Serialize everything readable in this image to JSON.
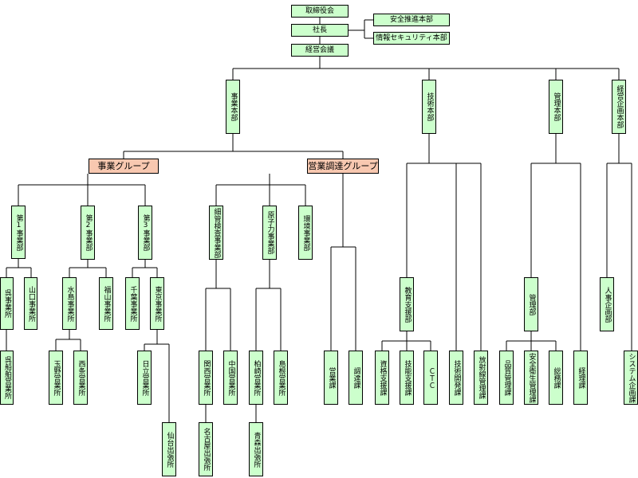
{
  "org": {
    "board": "取締役会",
    "president": "社長",
    "safety_hq": "安全推進本部",
    "infosec_hq": "情報セキュリティ本部",
    "mgmt_meeting": "経営会議",
    "business_hq": "事業本部",
    "tech_hq": "技術本部",
    "admin_hq": "管理本部",
    "planning_hq": "経営企画本部",
    "business_group": "事業グループ",
    "sales_group": "営業調達グループ",
    "div1": "第1事業部",
    "div2": "第2事業部",
    "div3": "第3事業部",
    "fine": "細管検査事業部",
    "nuclear": "原子力事業部",
    "env": "環境事業部",
    "kure": "呉事業所",
    "yamaguchi": "山口事業所",
    "mizushima": "水島事業所",
    "fukuyama": "福山事業所",
    "chiba": "千葉事業所",
    "tokyo": "東京事業所",
    "kure_ship": "呉船舶営業所",
    "tamano": "玉野営業所",
    "saijo": "西条営業所",
    "hitachi": "日立営業所",
    "sendai": "仙台出張所",
    "kansai": "関西営業所",
    "chugoku": "中国営業所",
    "nagoya": "名古屋出張所",
    "kashiwazaki": "柏崎営業所",
    "shimane": "島根営業所",
    "aomori": "青森出張所",
    "eigyo": "営業課",
    "chotatsu": "調達課",
    "education": "教育支援部",
    "shikaku": "資格支援課",
    "ginou": "技能支援課",
    "ctc": "ＣＴＣ",
    "tech_dev": "技術開発課",
    "radiation": "放射線管理課",
    "kanri_bu": "管理部",
    "quality": "品質管理課",
    "safety_health": "安全衛生管理課",
    "general": "総務課",
    "accounting": "経理課",
    "hr": "人事企画部",
    "system": "システム企画課"
  }
}
